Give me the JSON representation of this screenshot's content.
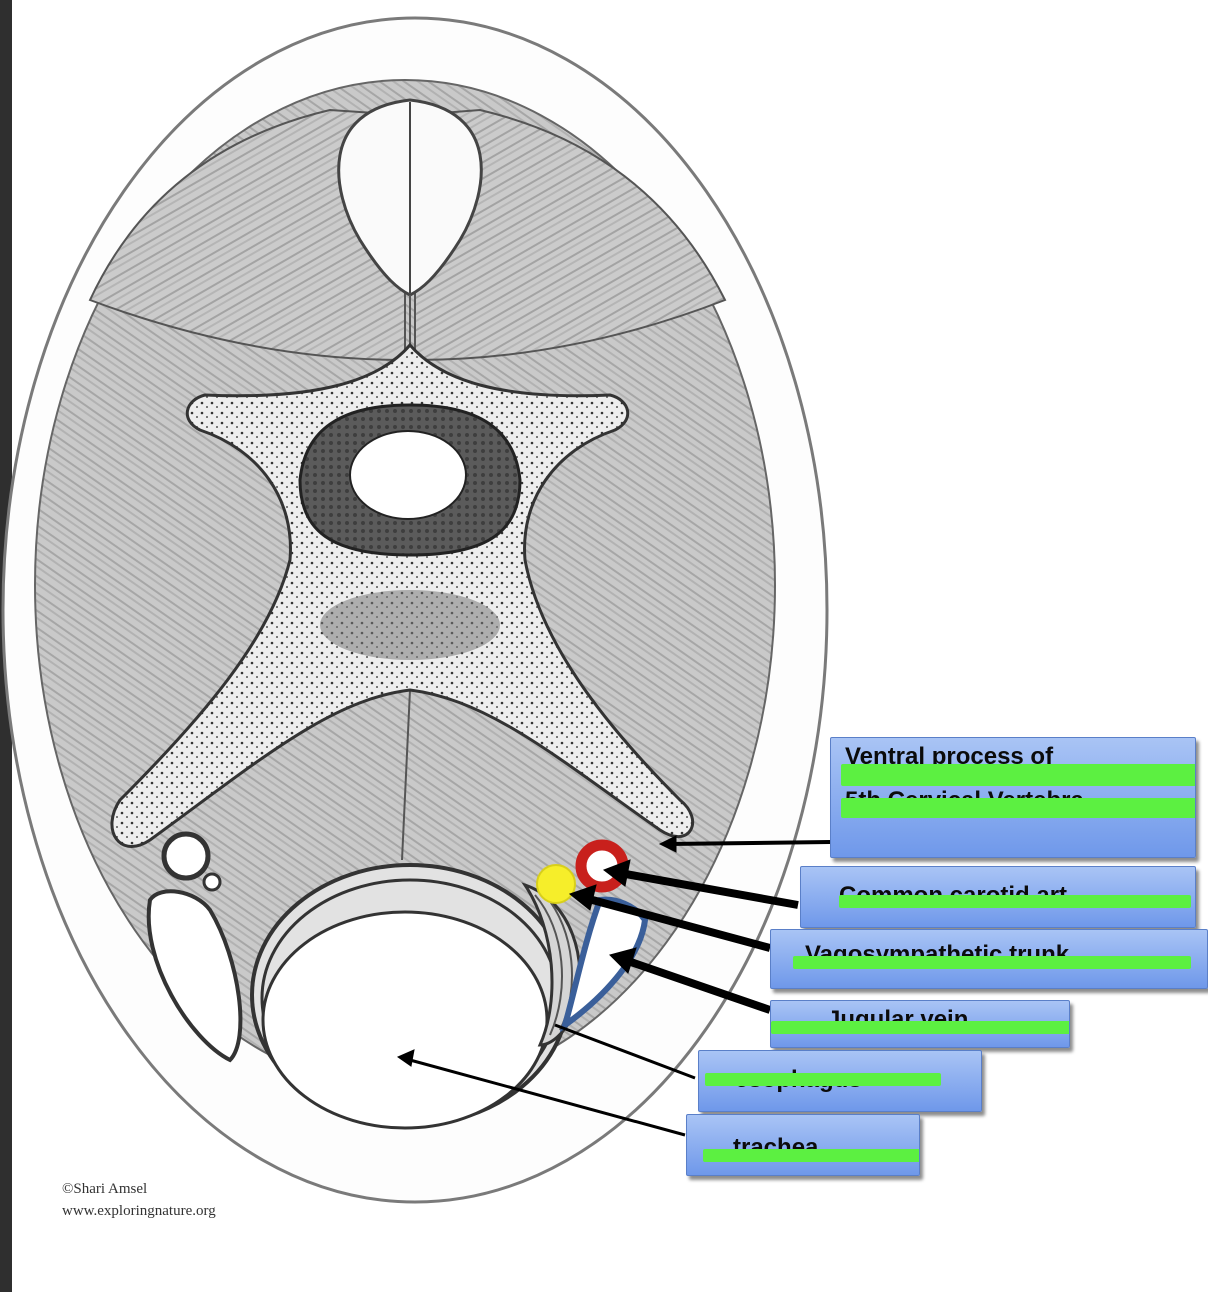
{
  "labels": {
    "ventral_process": {
      "line1": "Ventral process of",
      "line2": "5th Cervical Vertebra"
    },
    "common_carotid": "Common carotid art",
    "vagosympathetic": "Vagosympathetic trunk",
    "jugular_vein": "Jugular vein",
    "esophagus": "esophagus",
    "trachea": "trachea"
  },
  "credit": {
    "line1": "©Shari Amsel",
    "line2": "www.exploringnature.org"
  },
  "colors": {
    "label_box": "#8fb0f0",
    "highlight": "#5cf041",
    "carotid_ring": "#c8201c",
    "nerve_dot": "#f6ee2a",
    "vein": "#3a5f9a"
  }
}
